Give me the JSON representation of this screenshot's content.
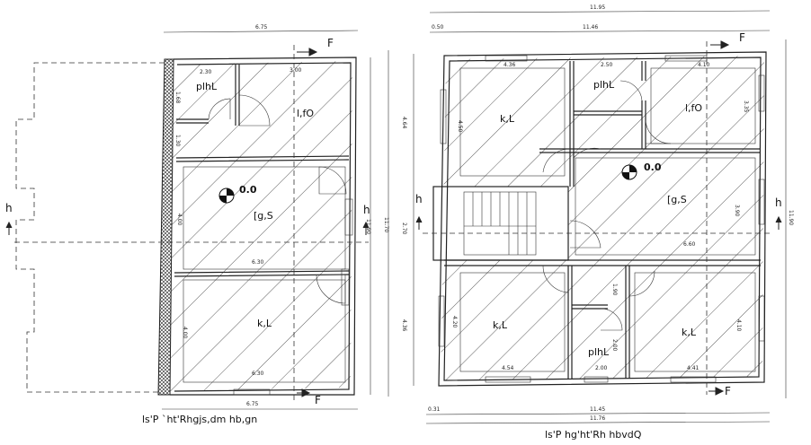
{
  "left_plan": {
    "caption": "ls'P `ht'Rhgjs,dm hb,gn",
    "section_marks": {
      "top": "F",
      "bottom": "F",
      "left": "h",
      "right": "h"
    },
    "level": "0.0",
    "rooms": [
      {
        "name": "plhL",
        "dims": [
          "2.30",
          "1.68"
        ]
      },
      {
        "name": "l,fO",
        "dims": [
          "3.00"
        ]
      },
      {
        "name": "[g,S",
        "dims": [
          "6.30",
          "4.00"
        ]
      },
      {
        "name": "k,L",
        "dims": [
          "6.30",
          "4.00"
        ]
      }
    ],
    "dims": {
      "top": "6.75",
      "bottom": "6.75",
      "right_outer": "11.70",
      "right_inner": "11.90",
      "left_inner": "1.30"
    }
  },
  "right_plan": {
    "caption": "ls'P hg'ht'Rh hbvdQ",
    "section_marks": {
      "top": "F",
      "bottom": "F",
      "left": "h",
      "right": "h"
    },
    "level": "0.0",
    "rooms": [
      {
        "name": "k,L",
        "dims": [
          "4.36",
          "4.50"
        ]
      },
      {
        "name": "plhL",
        "dims": [
          "2.50"
        ]
      },
      {
        "name": "l,fO",
        "dims": [
          "4.10",
          "3.35"
        ]
      },
      {
        "name": "[g,S",
        "dims": [
          "6.60",
          "3.90"
        ]
      },
      {
        "name": "k,L",
        "dims": [
          "4.54",
          "4.20"
        ]
      },
      {
        "name": "plhL",
        "dims": [
          "2.00",
          "2.00",
          "1.90"
        ]
      },
      {
        "name": "k,L",
        "dims": [
          "4.41",
          "4.10"
        ]
      }
    ],
    "dims": {
      "top_outer": "11.95",
      "top_inner": "11.46",
      "top_left": "0.50",
      "bottom_inner": "11.45",
      "bottom_outer": "11.76",
      "bottom_left": "0.31",
      "right_outer": "11.90",
      "left_upper": "4.64",
      "left_mid": "2.70",
      "left_lower": "4.36"
    }
  }
}
